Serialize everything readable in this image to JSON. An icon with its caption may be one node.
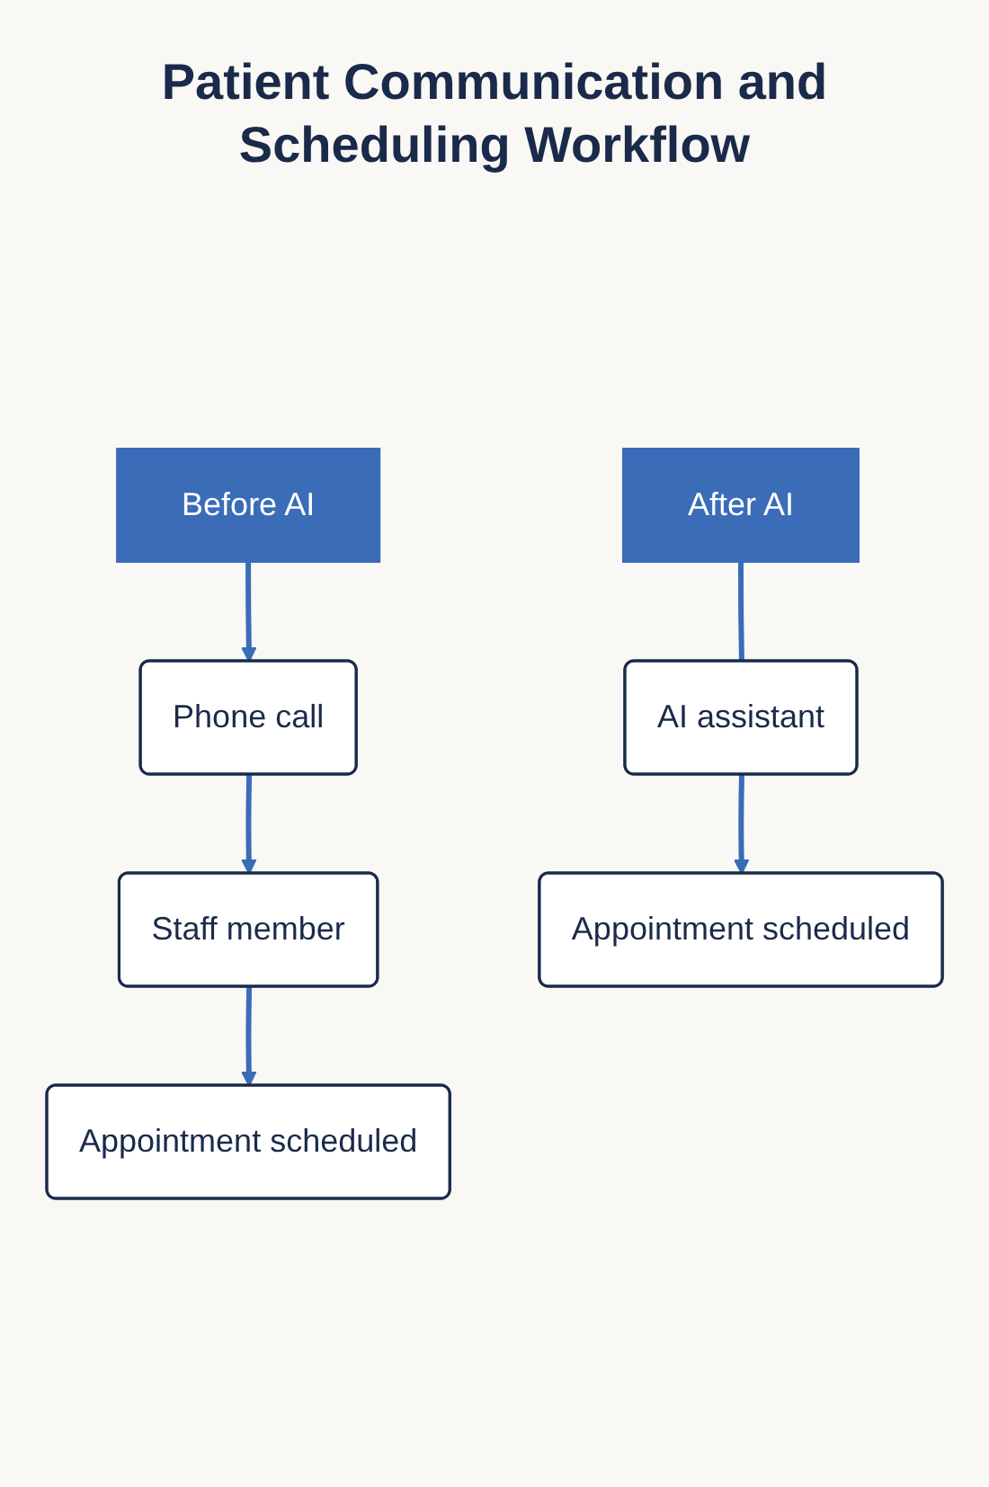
{
  "diagram": {
    "title": "Patient Communication and Scheduling Workflow",
    "nodes": [
      {
        "text": [
          "Before AI"
        ]
      },
      {
        "text": [
          "After AI"
        ]
      },
      {
        "text": [
          "Phone call"
        ]
      },
      {
        "text": [
          "AI assistant"
        ]
      },
      {
        "text": [
          "Staff member"
        ]
      },
      {
        "text": [
          "Appointment scheduled"
        ]
      },
      {
        "text": [
          "Appointment scheduled"
        ]
      }
    ],
    "edges": [
      {
        "from": 0,
        "to": 2,
        "arrow": "to"
      },
      {
        "from": 2,
        "to": 4,
        "arrow": "to"
      },
      {
        "from": 4,
        "to": 5,
        "arrow": "to"
      },
      {
        "from": 1,
        "to": 3,
        "arrow": "none"
      },
      {
        "from": 3,
        "to": 6,
        "arrow": "to"
      }
    ]
  }
}
